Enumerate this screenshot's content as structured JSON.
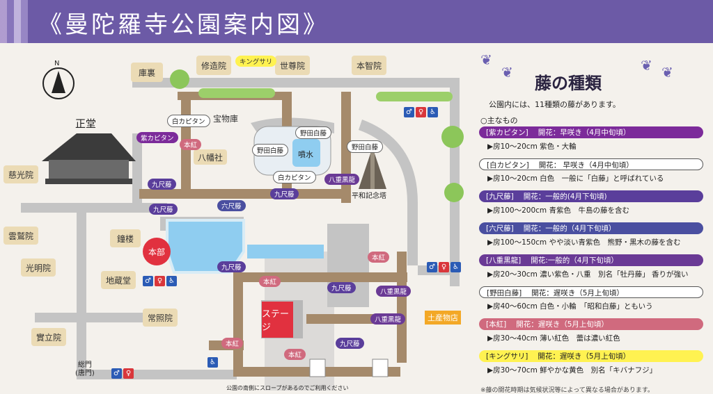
{
  "header": {
    "title": "《曼陀羅寺公園案内図》"
  },
  "map": {
    "compass": "N",
    "buildings": {
      "shodo": "正堂",
      "kuri": "庫裏",
      "shuzoin": "修造院",
      "sesonin": "世尊院",
      "honchiin": "本智院",
      "hoomotsuko": "宝物庫",
      "hachimansha": "八幡社",
      "jikoin": "慈光院",
      "unjuin": "雲鷲院",
      "komyoin": "光明院",
      "shoro": "鐘楼",
      "jizodo": "地蔵堂",
      "joshoin": "常照院",
      "jitsuryuin": "實立院",
      "heiwakinento": "平和記念塔",
      "funsui": "噴水",
      "somon": "総門\n(唐門)"
    },
    "honbu": "本部",
    "stage": "ステージ",
    "shop": "土産物店",
    "slope_note": "公園の南側にスロープがあるのでご利用ください",
    "tags": {
      "kingsari": "キングサリ",
      "shirokapitan1": "白カピタン",
      "shirokapitan2": "白カピタン",
      "murasakikapitan": "紫カピタン",
      "honbeni1": "本紅",
      "honbeni2": "本紅",
      "honbeni3": "本紅",
      "honbeni4": "本紅",
      "honbeni5": "本紅",
      "kushaku1": "九尺藤",
      "kushaku2": "九尺藤",
      "kushaku3": "九尺藤",
      "kushaku4": "九尺藤",
      "kushaku5": "九尺藤",
      "kushaku6": "九尺藤",
      "rokushaku": "六尺藤",
      "noda1": "野田白藤",
      "noda2": "野田白藤",
      "noda3": "野田白藤",
      "yae1": "八重黒龍",
      "yae2": "八重黒龍",
      "yae3": "八重黒龍"
    }
  },
  "legend": {
    "title": "藤の種類",
    "intro": "公園内には、11種類の藤があります。",
    "subtitle": "○主なもの",
    "varieties": [
      {
        "name": "[紫カピタン]",
        "bloom": "開花：早咲き（4月中旬頃）",
        "desc": "▶房10～20cm 紫色・大輪",
        "color": "#7c2b9a",
        "text": "#ffffff",
        "border": ""
      },
      {
        "name": "[白カピタン]",
        "bloom": "開花： 早咲き（4月中旬頃）",
        "desc": "▶房10～20cm 白色　一般に「白藤」と呼ばれている",
        "color": "#ffffff",
        "text": "#222222",
        "border": "#555555"
      },
      {
        "name": "[九尺藤]",
        "bloom": "開花：一般的(4月下旬頃)",
        "desc": "▶房100～200cm 青紫色　牛島の藤を含む",
        "color": "#5a3e9b",
        "text": "#ffffff",
        "border": ""
      },
      {
        "name": "[六尺藤]",
        "bloom": "開花：一般的（4月下旬頃）",
        "desc": "▶房100～150cm やや淡い青紫色　熊野・黒木の藤を含む",
        "color": "#4a4fa0",
        "text": "#ffffff",
        "border": ""
      },
      {
        "name": "[八重黒龍]",
        "bloom": "開花:一般的（4月下旬頃）",
        "desc": "▶房20～30cm 濃い紫色・八重　別名「牡丹藤」 香りが強い",
        "color": "#6a3a95",
        "text": "#ffffff",
        "border": ""
      },
      {
        "name": "[野田白藤]",
        "bloom": "開花：遅咲き（5月上旬頃）",
        "desc": "▶房40～60cm 白色・小輪　「昭和白藤」ともいう",
        "color": "#ffffff",
        "text": "#222222",
        "border": "#555555"
      },
      {
        "name": "[本紅]",
        "bloom": "開花：遅咲き（5月上旬頃）",
        "desc": "▶房30～40cm 薄い紅色　蕾は濃い紅色",
        "color": "#d06a7e",
        "text": "#ffffff",
        "border": ""
      },
      {
        "name": "[キングサリ]",
        "bloom": "開花：遅咲き（5月上旬頃）",
        "desc": "▶房30～70cm 鮮やかな黄色　別名「キバナフジ」",
        "color": "#fff251",
        "text": "#222222",
        "border": ""
      }
    ],
    "note": "※藤の開花時期は気候状況等によって異なる場合があります。"
  },
  "colors": {
    "header": "#6c5aa6",
    "path": "#a58a6b",
    "road": "#c0c0c0",
    "pond": "#8fcdf0",
    "grass": "#9ccf6a"
  }
}
